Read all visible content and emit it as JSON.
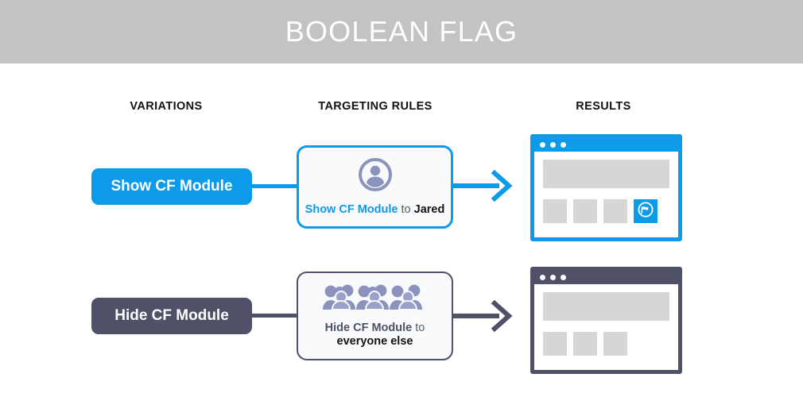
{
  "header": {
    "title": "BOOLEAN FLAG",
    "band_color": "#c3c3c3",
    "title_color": "#ffffff"
  },
  "columns": {
    "variations": "VARIATIONS",
    "targeting_rules": "TARGETING RULES",
    "results": "RESULTS"
  },
  "colors": {
    "accent_blue": "#0d9ae8",
    "slate": "#4e5167",
    "icon_purple": "#8b93bd",
    "placeholder_gray": "#d6d6d6",
    "card_background": "#f8fafc"
  },
  "rows": [
    {
      "variation": {
        "label": "Show CF Module",
        "color": "#0d9ae8"
      },
      "rule": {
        "icon": "user-avatar-icon",
        "flag_label": "Show CF Module",
        "connector_word": "to",
        "audience": "Jared",
        "border_color": "#0d9ae8"
      },
      "arrow": {
        "icon": "arrow-right-icon",
        "color": "#0d9ae8"
      },
      "result": {
        "window_color": "#0d9ae8",
        "dots": 3,
        "tiles": [
          {
            "type": "placeholder"
          },
          {
            "type": "placeholder"
          },
          {
            "type": "placeholder"
          },
          {
            "type": "cf-module",
            "icon": "speech-flag-icon"
          }
        ]
      }
    },
    {
      "variation": {
        "label": "Hide CF Module",
        "color": "#4e5167"
      },
      "rule": {
        "icon": "crowd-of-people-icon",
        "flag_label": "Hide CF Module",
        "connector_word": "to",
        "audience": "everyone else",
        "border_color": "#4e5167"
      },
      "arrow": {
        "icon": "arrow-right-icon",
        "color": "#4e5167"
      },
      "result": {
        "window_color": "#4e5167",
        "dots": 3,
        "tiles": [
          {
            "type": "placeholder"
          },
          {
            "type": "placeholder"
          },
          {
            "type": "placeholder"
          }
        ]
      }
    }
  ]
}
